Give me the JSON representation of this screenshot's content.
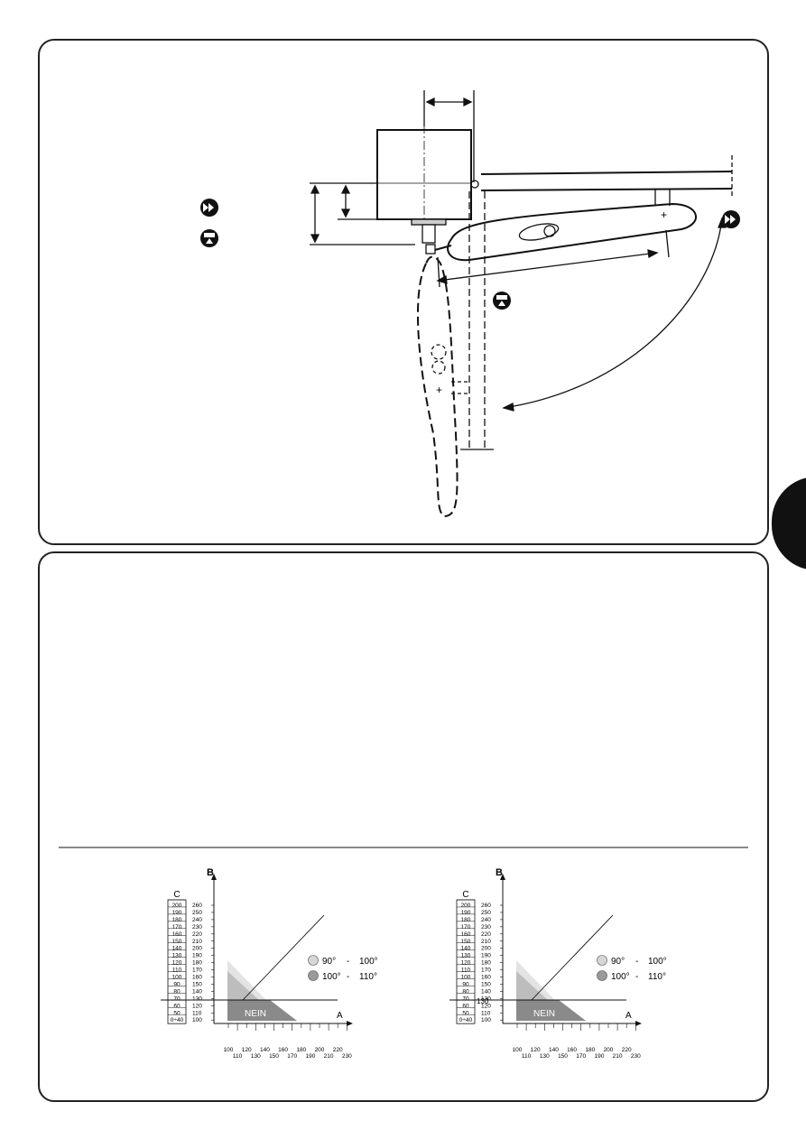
{
  "side_tab": {
    "color": "#111111"
  },
  "icons": [
    "fast-forward-icon",
    "closing-icon"
  ],
  "diagram": {
    "plus_sign": "+"
  },
  "charts": [
    {
      "axis_b_label": "B",
      "axis_a_label": "A",
      "axis_c_label": "C",
      "c_values": [
        "200",
        "190",
        "180",
        "170",
        "160",
        "150",
        "140",
        "130",
        "120",
        "110",
        "100",
        "90",
        "80",
        "70",
        "60",
        "50",
        "0÷40"
      ],
      "b_values": [
        "260",
        "250",
        "240",
        "230",
        "220",
        "210",
        "200",
        "190",
        "180",
        "170",
        "160",
        "150",
        "140",
        "130",
        "120",
        "110",
        "100"
      ],
      "a_top": [
        "100",
        "120",
        "140",
        "160",
        "180",
        "200",
        "220"
      ],
      "a_bottom": [
        "110",
        "130",
        "150",
        "170",
        "190",
        "210",
        "230"
      ],
      "legend": [
        {
          "from": "90°",
          "sep": "-",
          "to": "100°",
          "color": "#d6d6d6"
        },
        {
          "from": "100°",
          "sep": "-",
          "to": "110°",
          "color": "#9a9a9a"
        }
      ],
      "zone_label": "NEIN",
      "marked_b": "",
      "zone_colors": {
        "light": "#e3e3e3",
        "medium": "#bdbdbd",
        "dark": "#8a8a8a"
      }
    },
    {
      "axis_b_label": "B",
      "axis_a_label": "A",
      "axis_c_label": "C",
      "c_values": [
        "200",
        "190",
        "180",
        "170",
        "160",
        "150",
        "140",
        "130",
        "120",
        "110",
        "100",
        "90",
        "80",
        "70",
        "60",
        "50",
        "0÷40"
      ],
      "b_values": [
        "260",
        "250",
        "240",
        "230",
        "220",
        "210",
        "200",
        "190",
        "180",
        "170",
        "160",
        "150",
        "140",
        "130",
        "120",
        "110",
        "100"
      ],
      "a_top": [
        "100",
        "120",
        "140",
        "160",
        "180",
        "200",
        "220"
      ],
      "a_bottom": [
        "110",
        "130",
        "150",
        "170",
        "190",
        "210",
        "230"
      ],
      "legend": [
        {
          "from": "90°",
          "sep": "-",
          "to": "100°",
          "color": "#d6d6d6"
        },
        {
          "from": "100°",
          "sep": "-",
          "to": "110°",
          "color": "#9a9a9a"
        }
      ],
      "zone_label": "NEIN",
      "marked_b": "130",
      "zone_colors": {
        "light": "#e3e3e3",
        "medium": "#bdbdbd",
        "dark": "#8a8a8a"
      }
    }
  ]
}
